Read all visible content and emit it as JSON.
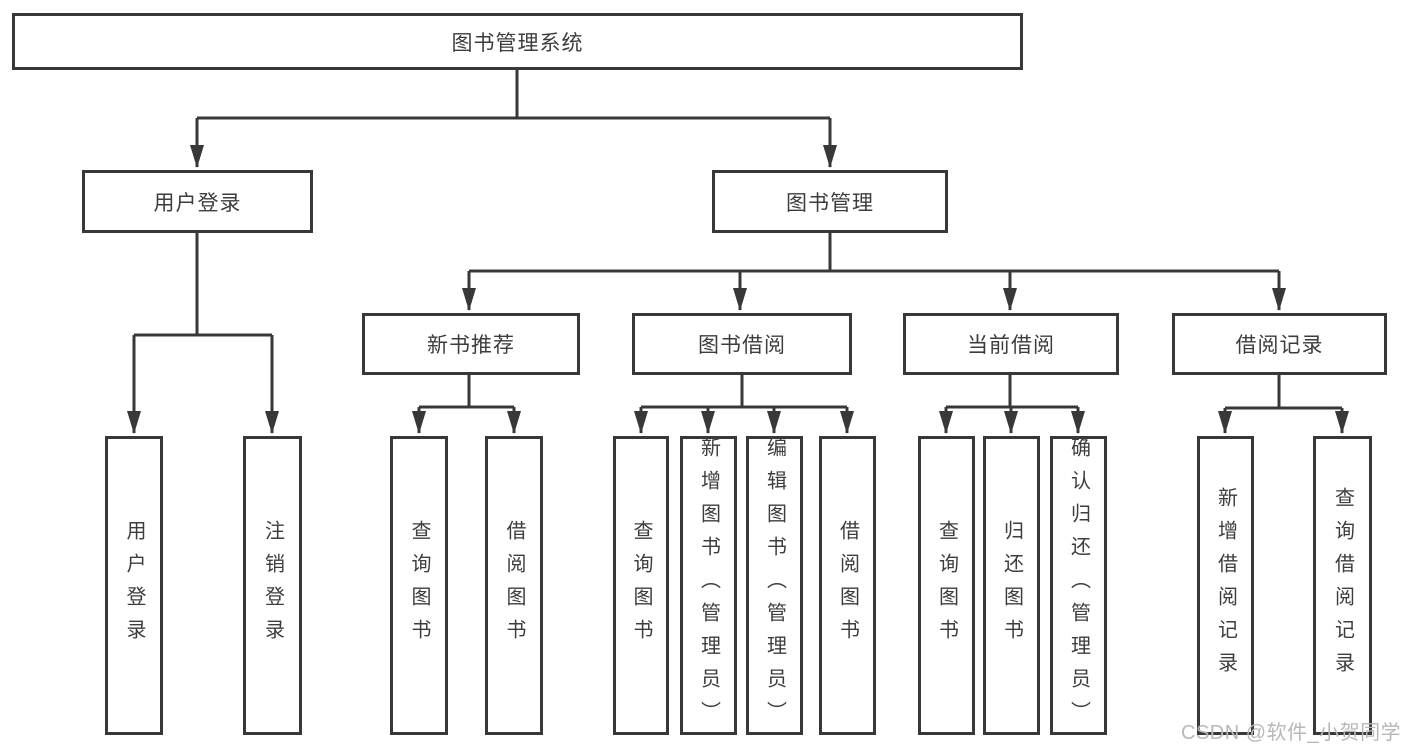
{
  "diagram": {
    "title": "图书管理系统",
    "type": "hierarchy-tree",
    "colors": {
      "line": "#383838",
      "box_border": "#383838",
      "text": "#3d3d3d",
      "watermark": "#b8b8b8",
      "background": "#ffffff"
    },
    "nodes": {
      "root": {
        "label": "图书管理系统"
      },
      "user_login": {
        "label": "用户登录"
      },
      "book_mgmt": {
        "label": "图书管理"
      },
      "new_book_rec": {
        "label": "新书推荐"
      },
      "book_borrow": {
        "label": "图书借阅"
      },
      "current_borrow": {
        "label": "当前借阅"
      },
      "borrow_record": {
        "label": "借阅记录"
      },
      "user_login_leaf": {
        "label": "用户登录"
      },
      "logout_leaf": {
        "label": "注销登录"
      },
      "query_book_rec": {
        "label": "查询图书"
      },
      "borrow_book_rec": {
        "label": "借阅图书"
      },
      "query_book_borrow": {
        "label": "查询图书"
      },
      "add_book": {
        "label": "新增图书（管理员）"
      },
      "edit_book": {
        "label": "编辑图书（管理员）"
      },
      "borrow_book_borrow": {
        "label": "借阅图书"
      },
      "query_book_current": {
        "label": "查询图书"
      },
      "return_book": {
        "label": "归还图书"
      },
      "confirm_return": {
        "label": "确认归还（管理员）"
      },
      "add_borrow_record": {
        "label": "新增借阅记录"
      },
      "query_borrow_record": {
        "label": "查询借阅记录"
      }
    },
    "edges": [
      [
        "root",
        "user_login"
      ],
      [
        "root",
        "book_mgmt"
      ],
      [
        "user_login",
        "user_login_leaf"
      ],
      [
        "user_login",
        "logout_leaf"
      ],
      [
        "book_mgmt",
        "new_book_rec"
      ],
      [
        "book_mgmt",
        "book_borrow"
      ],
      [
        "book_mgmt",
        "current_borrow"
      ],
      [
        "book_mgmt",
        "borrow_record"
      ],
      [
        "new_book_rec",
        "query_book_rec"
      ],
      [
        "new_book_rec",
        "borrow_book_rec"
      ],
      [
        "book_borrow",
        "query_book_borrow"
      ],
      [
        "book_borrow",
        "add_book"
      ],
      [
        "book_borrow",
        "edit_book"
      ],
      [
        "book_borrow",
        "borrow_book_borrow"
      ],
      [
        "current_borrow",
        "query_book_current"
      ],
      [
        "current_borrow",
        "return_book"
      ],
      [
        "current_borrow",
        "confirm_return"
      ],
      [
        "borrow_record",
        "add_borrow_record"
      ],
      [
        "borrow_record",
        "query_borrow_record"
      ]
    ],
    "watermark": "CSDN @软件_小贺同学"
  }
}
